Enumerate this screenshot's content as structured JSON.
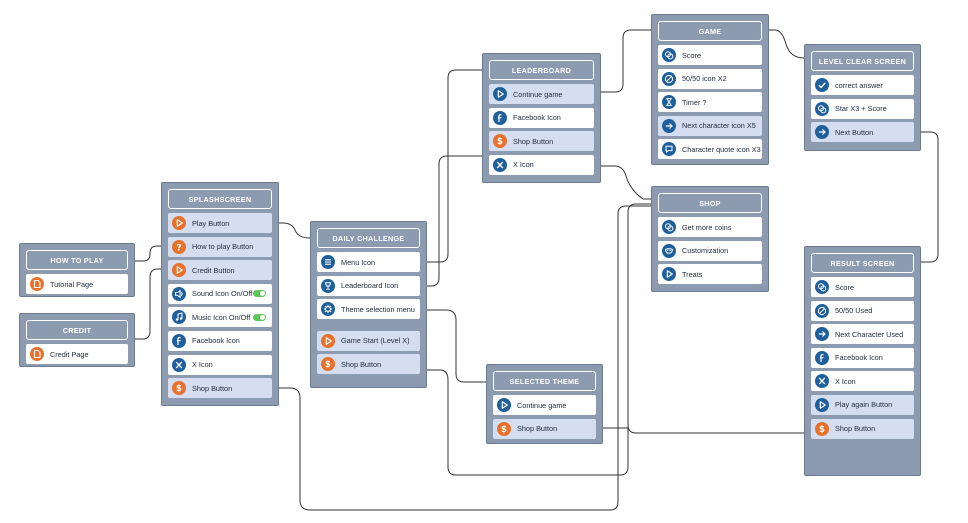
{
  "colors": {
    "panel": "#8d9bb0",
    "orange": "#e8722c",
    "blue": "#1f5f9c",
    "highlight": "#d4def0",
    "connector": "#333333"
  },
  "panels": {
    "how_to_play": {
      "title": "HOW TO PLAY",
      "rows": [
        {
          "label": "Tutorial Page",
          "icon": "page-icon",
          "color": "orange"
        }
      ]
    },
    "credit": {
      "title": "CREDIT",
      "rows": [
        {
          "label": "Credit Page",
          "icon": "page-icon",
          "color": "orange"
        }
      ]
    },
    "splashscreen": {
      "title": "SPLASHSCREEN",
      "rows": [
        {
          "label": "Play Button",
          "icon": "play-icon",
          "color": "orange",
          "highlight": true
        },
        {
          "label": "How to play Button",
          "icon": "question-icon",
          "color": "orange",
          "highlight": true
        },
        {
          "label": "Credit Button",
          "icon": "play-icon",
          "color": "orange",
          "highlight": true
        },
        {
          "label": "Sound Icon On/Off",
          "icon": "speaker-icon",
          "color": "blue",
          "toggle": true
        },
        {
          "label": "Music Icon On/Off",
          "icon": "music-note-icon",
          "color": "blue",
          "toggle": true
        },
        {
          "label": "Facebook Icon",
          "icon": "facebook-icon",
          "color": "blue"
        },
        {
          "label": "X Icon",
          "icon": "x-logo-icon",
          "color": "blue"
        },
        {
          "label": "Shop Button",
          "icon": "coin-icon",
          "color": "orange",
          "highlight": true
        }
      ]
    },
    "daily_challenge": {
      "title": "DAILY CHALLENGE",
      "rows": [
        {
          "label": "Menu Icon",
          "icon": "menu-icon",
          "color": "blue"
        },
        {
          "label": "Leaderboard Icon",
          "icon": "trophy-icon",
          "color": "blue"
        },
        {
          "label": "Theme selection menu",
          "icon": "gear-icon",
          "color": "blue"
        },
        {
          "gap": true
        },
        {
          "label": "Game Start (Level X)",
          "icon": "play-icon",
          "color": "orange",
          "highlight": true
        },
        {
          "label": "Shop Button",
          "icon": "coin-icon",
          "color": "orange",
          "highlight": true
        }
      ]
    },
    "leaderboard": {
      "title": "LEADERBOARD",
      "rows": [
        {
          "label": "Continue game",
          "icon": "play-icon",
          "color": "blue",
          "highlight": true
        },
        {
          "label": "Facebook Icon",
          "icon": "facebook-icon",
          "color": "blue"
        },
        {
          "label": "Shop Button",
          "icon": "coin-icon",
          "color": "orange",
          "highlight": true
        },
        {
          "label": "X Icon",
          "icon": "x-logo-icon",
          "color": "blue"
        }
      ]
    },
    "game": {
      "title": "GAME",
      "rows": [
        {
          "label": "Score",
          "icon": "coins-icon",
          "color": "blue"
        },
        {
          "label": "50/50 icon X2",
          "icon": "half-icon",
          "color": "blue"
        },
        {
          "label": "Timer ?",
          "icon": "hourglass-icon",
          "color": "blue"
        },
        {
          "label": "Next character icon X5",
          "icon": "arrow-right-icon",
          "color": "blue",
          "highlight": true
        },
        {
          "label": "Character quote icon X3",
          "icon": "speech-bubble-icon",
          "color": "blue"
        }
      ]
    },
    "shop": {
      "title": "SHOP",
      "rows": [
        {
          "label": "Get more coins",
          "icon": "coins-icon",
          "color": "blue"
        },
        {
          "label": "Customization",
          "icon": "mask-icon",
          "color": "blue"
        },
        {
          "label": "Treats",
          "icon": "play-icon",
          "color": "blue"
        }
      ]
    },
    "selected_theme": {
      "title": "SELECTED THEME",
      "rows": [
        {
          "label": "Continue game",
          "icon": "play-icon",
          "color": "blue"
        },
        {
          "label": "Shop Button",
          "icon": "coin-icon",
          "color": "orange",
          "highlight": true
        }
      ]
    },
    "level_clear": {
      "title": "LEVEL CLEAR SCREEN",
      "rows": [
        {
          "label": "correct answer",
          "icon": "checkmark-icon",
          "color": "blue"
        },
        {
          "label": "Star X3 + Score",
          "icon": "coins-icon",
          "color": "blue"
        },
        {
          "label": "Next Button",
          "icon": "arrow-right-icon",
          "color": "blue",
          "highlight": true
        }
      ]
    },
    "result_screen": {
      "title": "RESULT SCREEN",
      "rows": [
        {
          "label": "Score",
          "icon": "coins-icon",
          "color": "blue"
        },
        {
          "label": "50/50 Used",
          "icon": "half-icon",
          "color": "blue"
        },
        {
          "label": "Next Character Used",
          "icon": "arrow-right-icon",
          "color": "blue"
        },
        {
          "label": "Facebook Icon",
          "icon": "facebook-icon",
          "color": "blue"
        },
        {
          "label": "X Icon",
          "icon": "x-logo-icon",
          "color": "blue"
        },
        {
          "label": "Play again Button",
          "icon": "play-icon",
          "color": "blue",
          "highlight": true
        },
        {
          "label": "Shop Button",
          "icon": "coin-icon",
          "color": "orange",
          "highlight": true
        }
      ]
    }
  }
}
